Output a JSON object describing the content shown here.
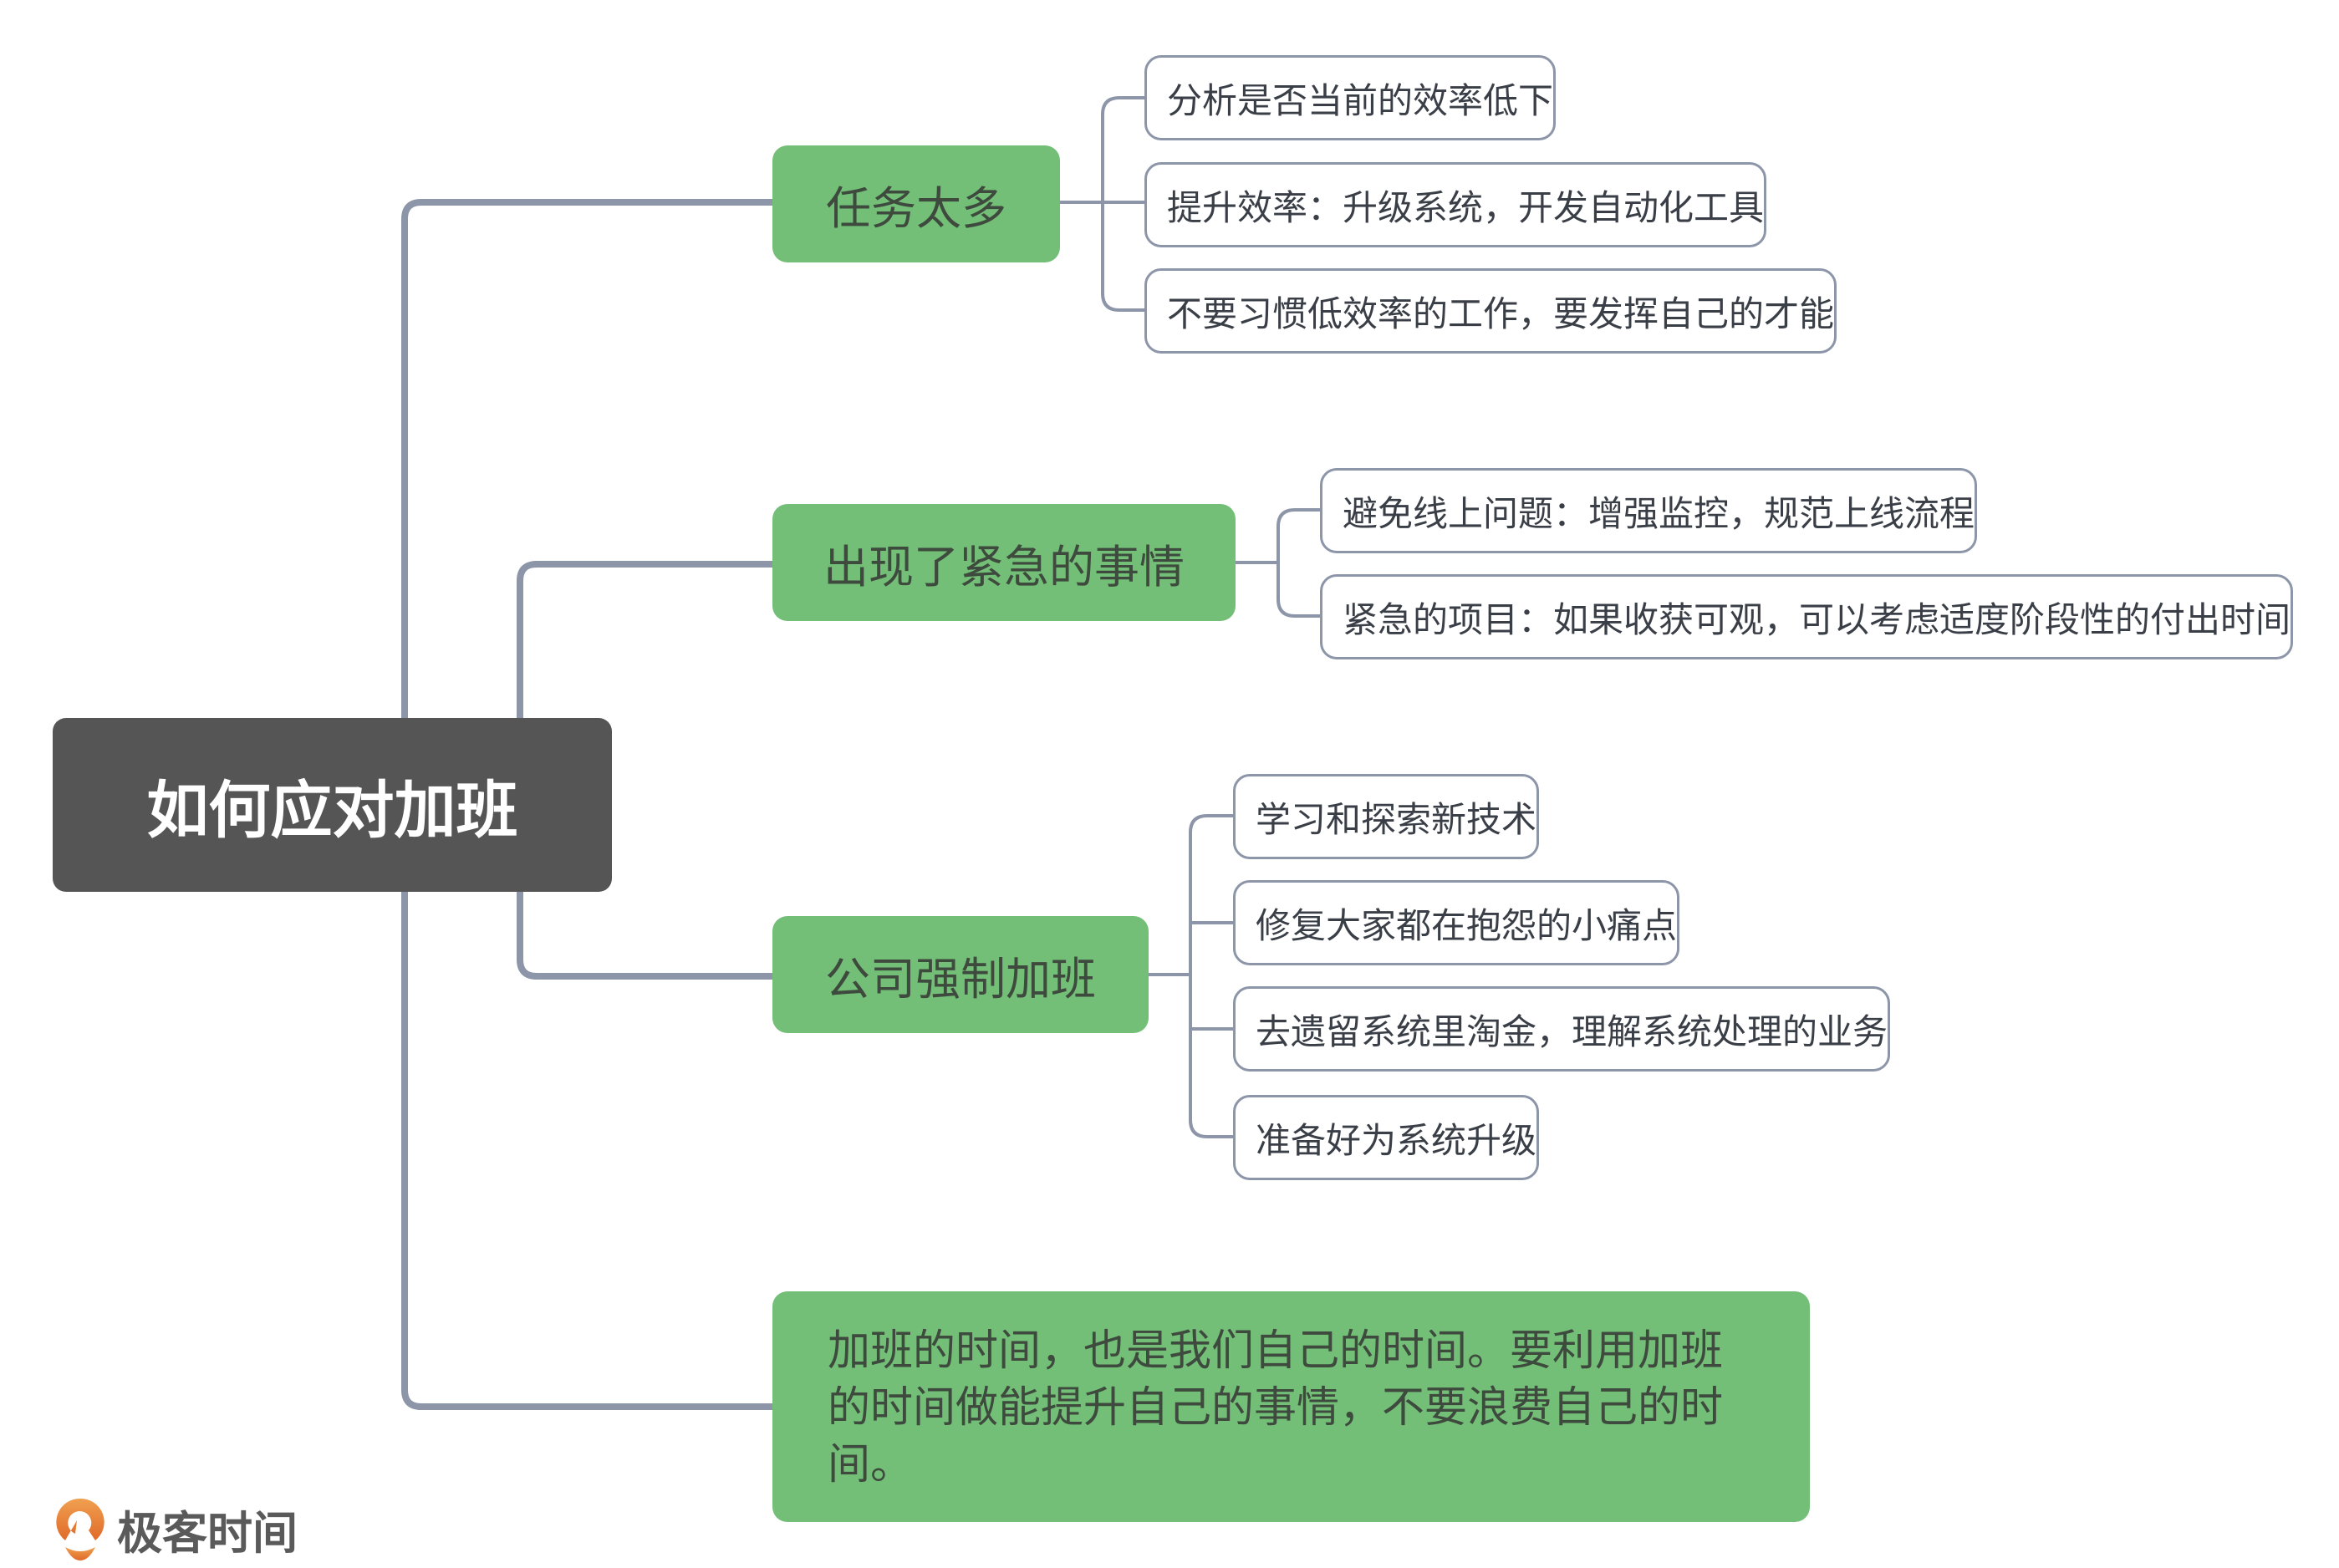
{
  "root": {
    "label": "如何应对加班"
  },
  "branches": [
    {
      "label": "任务太多",
      "children": [
        "分析是否当前的效率低下",
        "提升效率：升级系统，开发自动化工具",
        "不要习惯低效率的工作，要发挥自己的才能"
      ]
    },
    {
      "label": "出现了紧急的事情",
      "children": [
        "避免线上问题：增强监控，规范上线流程",
        "紧急的项目：如果收获可观，可以考虑适度阶段性的付出时间"
      ]
    },
    {
      "label": "公司强制加班",
      "children": [
        "学习和探索新技术",
        "修复大家都在抱怨的小痛点",
        "去遗留系统里淘金，理解系统处理的业务",
        "准备好为系统升级"
      ]
    },
    {
      "label": "加班的时间，也是我们自己的时间。要利用加班的时间做能提升自己的事情，不要浪费自己的时间。"
    }
  ],
  "logo": {
    "text": "极客时间"
  },
  "colors": {
    "root": "#555555",
    "branch": "#74bf78",
    "line": "#8c96a8"
  }
}
